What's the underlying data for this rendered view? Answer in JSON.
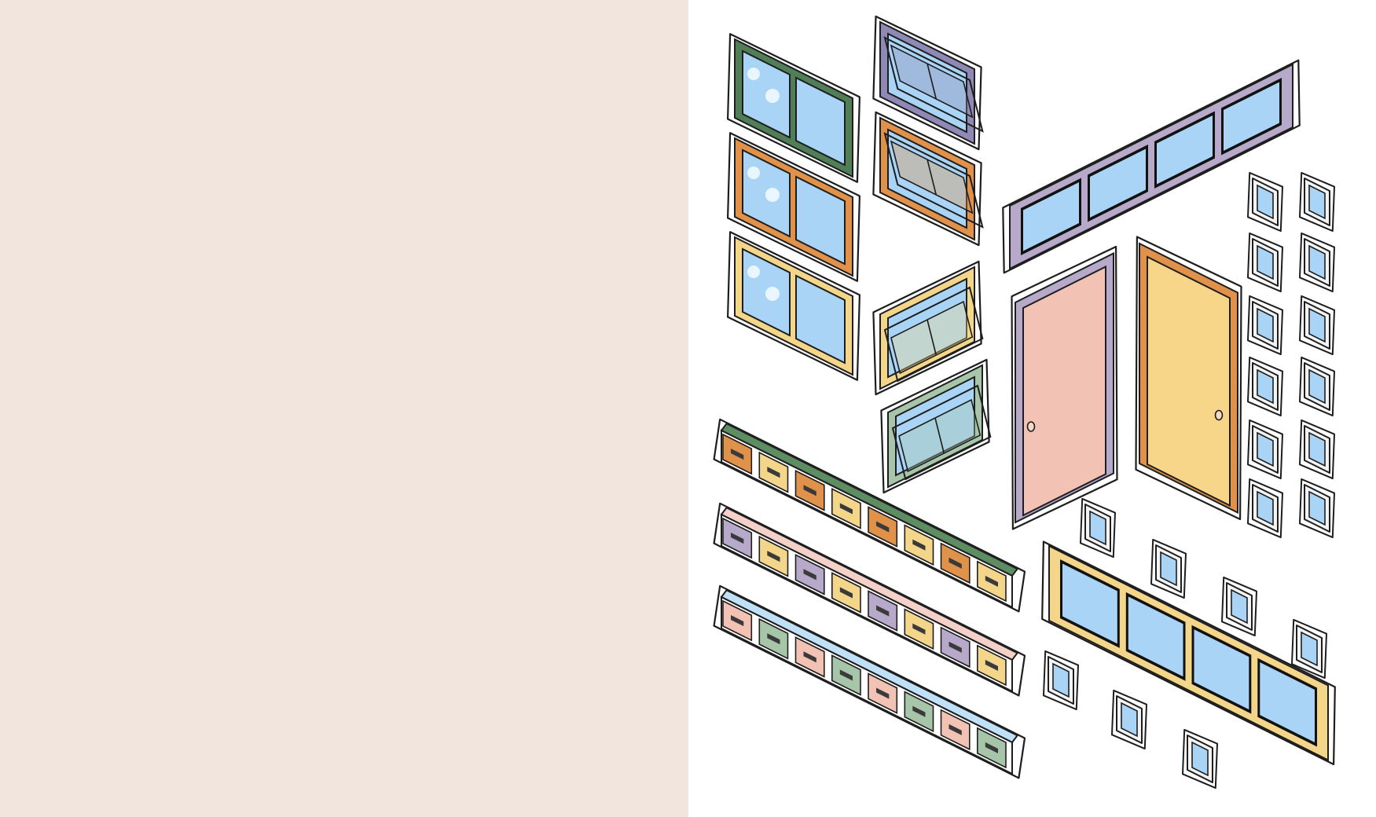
{
  "colors": {
    "left_panel": "#f1e5dd",
    "right_panel": "#ffffff",
    "outline": "#1e1e1e",
    "glass": "#a9d4f5",
    "glass_highlight": "#eaf6ff",
    "frame_green": "#4f7e57",
    "frame_orange": "#e0914a",
    "frame_yellow": "#f4d68a",
    "frame_purple": "#8e8ab5",
    "frame_lilac": "#b6a9c9",
    "frame_sage": "#a7c6a9",
    "door_pink": "#f2c2b4",
    "door_yellow": "#f7d689",
    "shelf_green": "#5e8c63",
    "shelf_pink": "#f3d0c8",
    "shelf_blue": "#bfe0f7"
  },
  "stickers": {
    "casement_windows": [
      {
        "frame_color": "frame_green"
      },
      {
        "frame_color": "frame_orange"
      },
      {
        "frame_color": "frame_yellow"
      }
    ],
    "awning_windows": [
      {
        "frame_color": "frame_purple"
      },
      {
        "frame_color": "frame_orange"
      },
      {
        "frame_color": "frame_yellow"
      },
      {
        "frame_color": "frame_sage"
      }
    ],
    "long_windows": [
      {
        "frame_color": "frame_lilac",
        "panes": 4
      },
      {
        "frame_color": "frame_yellow",
        "panes": 4
      }
    ],
    "doors": [
      {
        "panel_color": "door_pink",
        "frame_color": "frame_lilac"
      },
      {
        "panel_color": "door_yellow",
        "frame_color": "frame_orange"
      }
    ],
    "shelves": [
      {
        "top_color": "shelf_green",
        "drawer_colors": [
          "frame_orange",
          "frame_yellow"
        ],
        "drawers": 8
      },
      {
        "top_color": "shelf_pink",
        "drawer_colors": [
          "frame_lilac",
          "frame_yellow"
        ],
        "drawers": 8
      },
      {
        "top_color": "shelf_blue",
        "drawer_colors": [
          "door_pink",
          "frame_sage"
        ],
        "drawers": 8
      }
    ],
    "small_square_windows": 19
  }
}
